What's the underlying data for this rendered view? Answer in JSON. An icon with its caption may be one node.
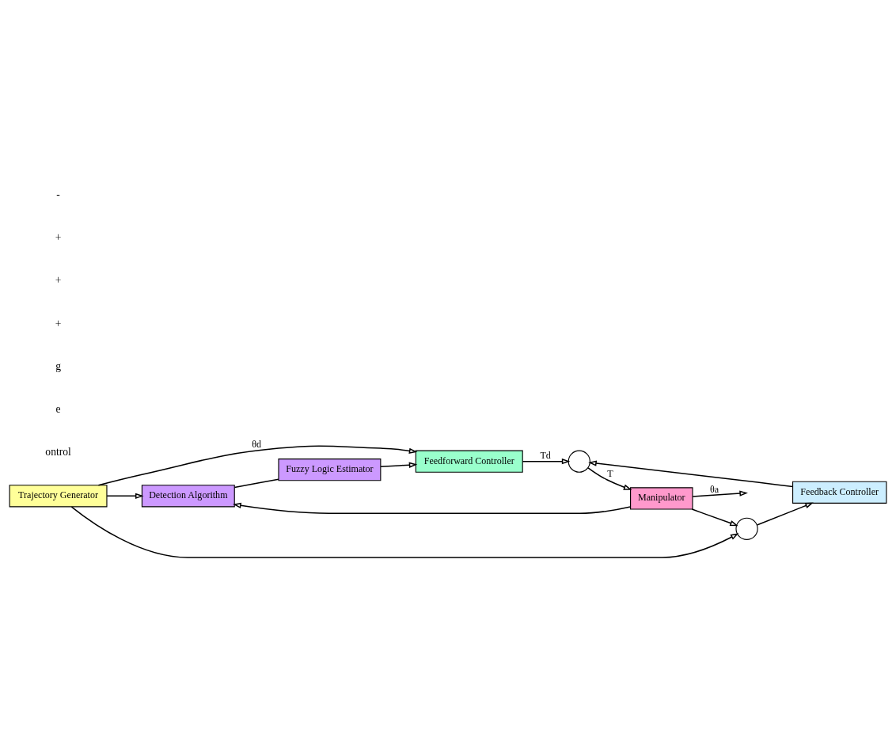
{
  "diagram": {
    "nodes": [
      {
        "text": [
          "Detection Algorithm"
        ]
      },
      {
        "text": [
          "Fuzzy Logic Estimator"
        ]
      },
      {
        "text": [
          "Trajectory Generator"
        ]
      },
      {
        "text": [
          "Feedforward Controller"
        ]
      },
      {
        "text": [],
        "shape": "circle"
      },
      {
        "text": [
          "Manipulator"
        ]
      },
      {
        "text": [
          "Feedback Controller"
        ]
      },
      {
        "text": [],
        "shape": "circle"
      }
    ],
    "edges": [
      {
        "from": 2,
        "to": 0,
        "arrow": "to"
      },
      {
        "from": 2,
        "to": 3,
        "arrow": "to",
        "label": "θd"
      },
      {
        "from": 2,
        "to": 7,
        "arrow": "to"
      },
      {
        "from": 0,
        "to": 1,
        "arrow": "none"
      },
      {
        "from": 1,
        "to": 3,
        "arrow": "to"
      },
      {
        "from": 3,
        "to": 4,
        "arrow": "to",
        "label": "Td"
      },
      {
        "from": 6,
        "to": 4,
        "arrow": "to"
      },
      {
        "from": 4,
        "to": 5,
        "arrow": "to",
        "label": "T"
      },
      {
        "from": 5,
        "to": null,
        "arrow": "to",
        "label": "θa"
      },
      {
        "from": 5,
        "to": 0,
        "arrow": "to"
      },
      {
        "from": 5,
        "to": 7,
        "arrow": "to"
      },
      {
        "from": 7,
        "to": 6,
        "arrow": "to"
      }
    ],
    "labels": [
      "ontrol",
      "e",
      "g",
      "+",
      "+",
      "+",
      "-"
    ]
  }
}
